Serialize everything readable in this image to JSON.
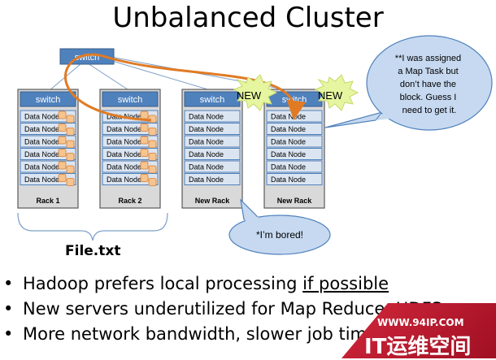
{
  "title": "Unbalanced Cluster",
  "top_switch": "switch",
  "racks": [
    {
      "switch": "switch",
      "name": "Rack 1",
      "nodes": [
        "Data Node",
        "Data Node",
        "Data Node",
        "Data Node",
        "Data Node",
        "Data Node"
      ]
    },
    {
      "switch": "switch",
      "name": "Rack 2",
      "nodes": [
        "Data Node",
        "Data Node",
        "Data Node",
        "Data Node",
        "Data Node",
        "Data Node"
      ]
    },
    {
      "switch": "switch",
      "name": "New Rack",
      "nodes": [
        "Data Node",
        "Data Node",
        "Data Node",
        "Data Node",
        "Data Node",
        "Data Node"
      ]
    },
    {
      "switch": "switch",
      "name": "New Rack",
      "nodes": [
        "Data Node",
        "Data Node",
        "Data Node",
        "Data Node",
        "Data Node",
        "Data Node"
      ]
    }
  ],
  "new_badges": [
    "NEW",
    "NEW"
  ],
  "callout_assigned": [
    "**I was assigned",
    "a Map Task but",
    "don’t have the",
    "block. Guess I",
    "need to get it."
  ],
  "callout_bored": "*I’m bored!",
  "file_label": "File.txt",
  "bullets": [
    {
      "before": "Hadoop prefers local processing ",
      "underlined": "if possible",
      "after": ""
    },
    {
      "before": "New servers underutilized for Map Reduce, HDFS",
      "underlined": "",
      "after": ""
    },
    {
      "before": "More network bandwidth, slower job times**",
      "underlined": "",
      "after": ""
    }
  ],
  "watermark": {
    "url": "WWW.94IP.COM",
    "name": "IT运维空间"
  },
  "colors": {
    "switch_blue": "#4f81bd",
    "node_fill": "#dbe5f1",
    "rack_gray": "#d9d9d9",
    "block_orange": "#f6c48f",
    "arrow_orange": "#e07b24",
    "new_green": "#e6f5a0",
    "callout_fill": "#c6d9f0"
  }
}
